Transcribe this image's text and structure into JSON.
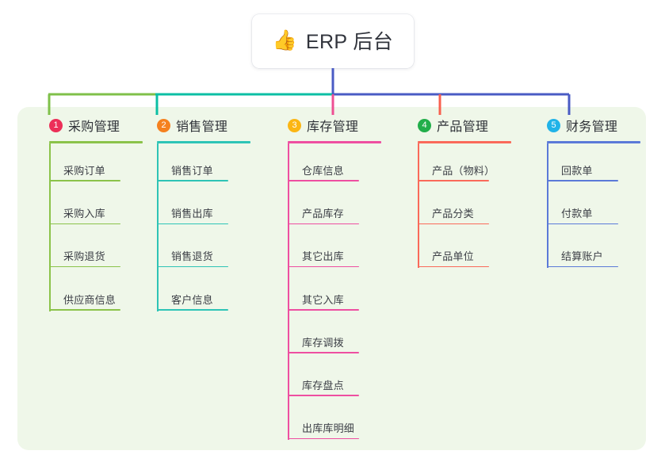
{
  "diagram": {
    "type": "mindmap",
    "root": {
      "icon": "thumbs-up-icon",
      "emoji": "👍",
      "title": "ERP 后台"
    },
    "panel_color": "#eff7e9",
    "bus": {
      "segment_left_color": "#7fc04a",
      "segment_mid_color": "#0bbfa4",
      "segment_right_color": "#4a5bc4",
      "stem_color": "#4a5bc4"
    },
    "columns": [
      {
        "number": "1",
        "title": "采购管理",
        "badge_color": "#ec2f58",
        "line_color": "#8bc34a",
        "stub_color": "#7fc04a",
        "items": [
          "采购订单",
          "采购入库",
          "采购退货",
          "供应商信息"
        ]
      },
      {
        "number": "2",
        "title": "销售管理",
        "badge_color": "#f5811f",
        "line_color": "#2ec4b6",
        "stub_color": "#0bbfa4",
        "items": [
          "销售订单",
          "销售出库",
          "销售退货",
          "客户信息"
        ]
      },
      {
        "number": "3",
        "title": "库存管理",
        "badge_color": "#fbb614",
        "line_color": "#ee4fa1",
        "stub_color": "#ee4f93",
        "items": [
          "仓库信息",
          "产品库存",
          "其它出库",
          "其它入库",
          "库存调拨",
          "库存盘点",
          "出库库明细"
        ]
      },
      {
        "number": "4",
        "title": "产品管理",
        "badge_color": "#22ae4a",
        "line_color": "#fa6a5a",
        "stub_color": "#f8604f",
        "items": [
          "产品（物料）",
          "产品分类",
          "产品单位"
        ]
      },
      {
        "number": "5",
        "title": "财务管理",
        "badge_color": "#21b3e8",
        "line_color": "#5b7ad8",
        "stub_color": "#4a5bc4",
        "items": [
          "回款单",
          "付款单",
          "结算账户"
        ]
      }
    ]
  }
}
